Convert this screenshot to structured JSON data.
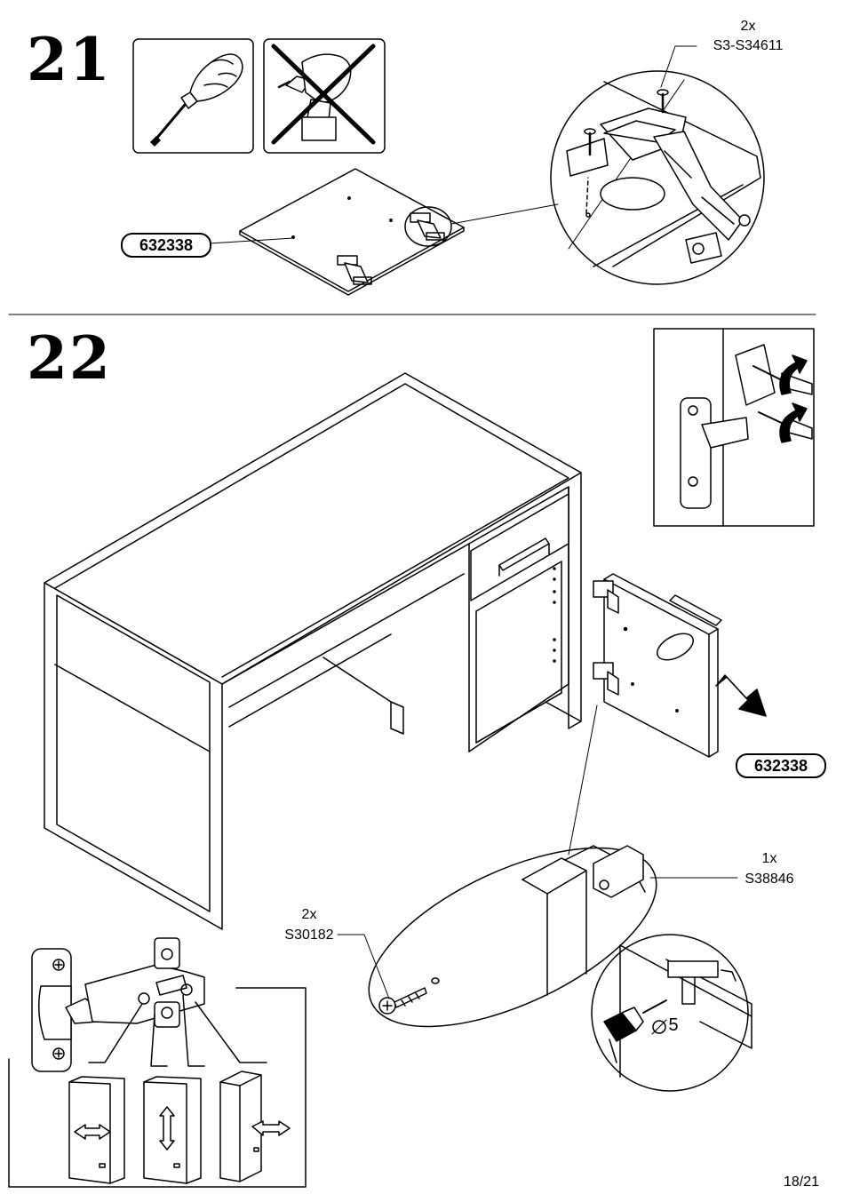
{
  "step21": {
    "number": "21",
    "hardware_qty": "2x",
    "hardware_code": "S3-S34611",
    "part_code": "632338"
  },
  "step22": {
    "number": "22",
    "part_code": "632338",
    "pin_qty": "1x",
    "pin_code": "S38846",
    "screw_qty": "2x",
    "screw_code": "S30182",
    "drill_size": "5"
  },
  "footer": {
    "page": "18/21"
  }
}
